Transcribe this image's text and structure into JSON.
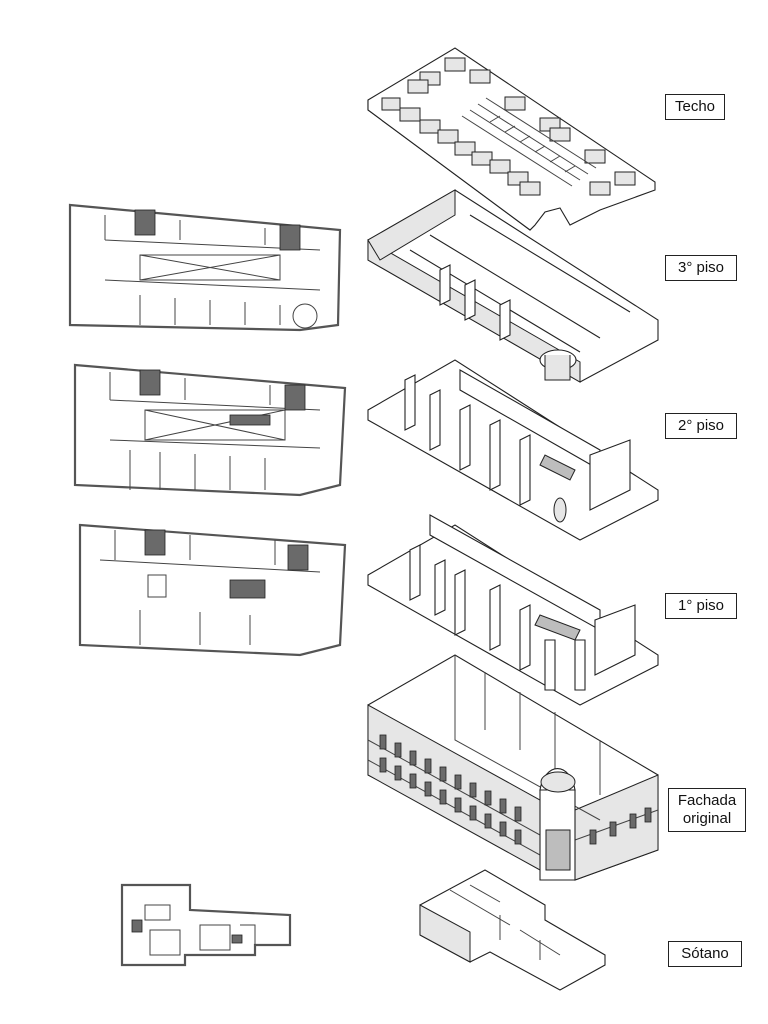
{
  "labels": {
    "techo": "Techo",
    "piso3": "3° piso",
    "piso2": "2° piso",
    "piso1": "1° piso",
    "fachada": "Fachada original",
    "sotano": "Sótano"
  }
}
